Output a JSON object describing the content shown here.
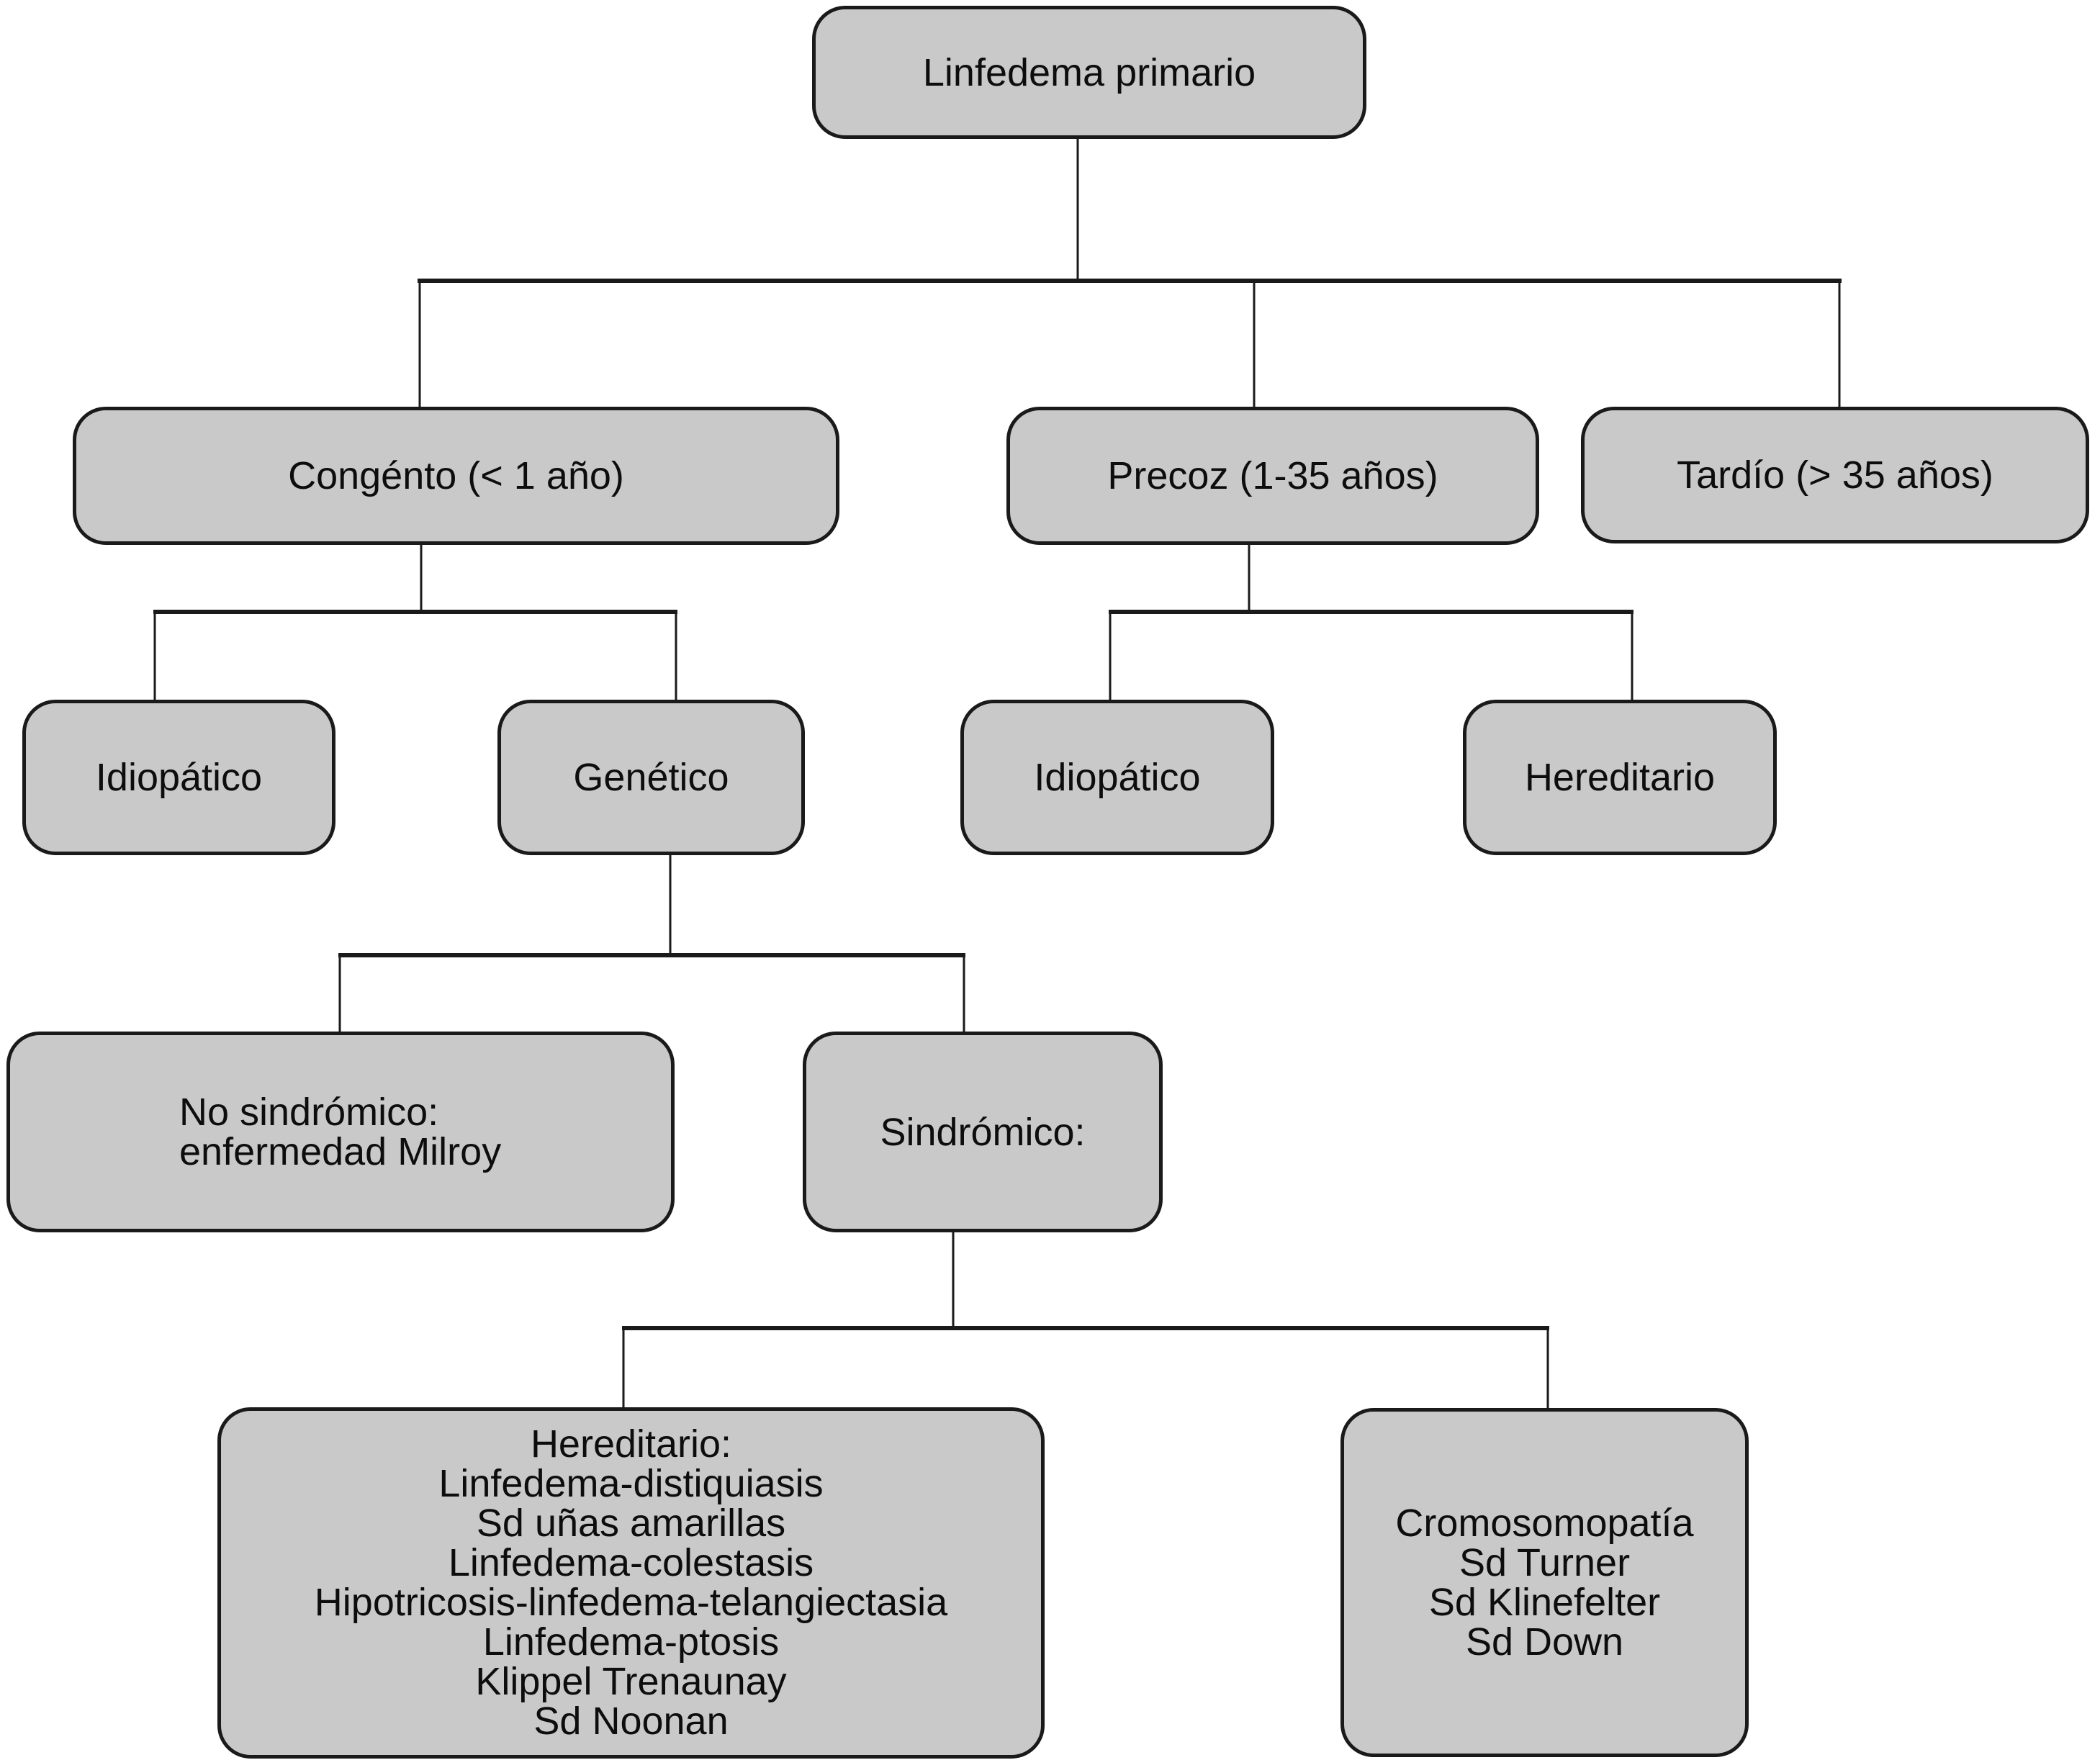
{
  "diagram": {
    "type": "tree-flowchart",
    "language": "es",
    "topic": "Clasificación del linfedema primario",
    "colors": {
      "background": "#ffffff",
      "box_fill": "#c9c9c9",
      "box_border": "#1a1a1a",
      "connector": "#1a1a1a",
      "text": "#0d0d0d"
    },
    "nodes": {
      "root": {
        "label": "Linfedema primario"
      },
      "congenito": {
        "label": "Congénto (< 1 año)"
      },
      "precoz": {
        "label": "Precoz (1-35 años)"
      },
      "tardio": {
        "label": "Tardío (> 35 años)"
      },
      "idiopatico1": {
        "label": "Idiopático"
      },
      "genetico": {
        "label": "Genético"
      },
      "idiopatico2": {
        "label": "Idiopático"
      },
      "hereditario": {
        "label": "Hereditario"
      },
      "no_sindromico": {
        "lines": [
          "No sindrómico:",
          "enfermedad Milroy"
        ]
      },
      "sindromico": {
        "label": "Sindrómico:"
      },
      "hereditario_list": {
        "lines": [
          "Hereditario:",
          "Linfedema-distiquiasis",
          "Sd uñas amarillas",
          "Linfedema-colestasis",
          "Hipotricosis-linfedema-telangiectasia",
          "Linfedema-ptosis",
          "Klippel Trenaunay",
          "Sd Noonan"
        ]
      },
      "cromosomopatia": {
        "lines": [
          "Cromosomopatía",
          "Sd Turner",
          "Sd Klinefelter",
          "Sd Down"
        ]
      }
    },
    "edges": [
      {
        "from": "root",
        "to": [
          "congenito",
          "precoz",
          "tardio"
        ]
      },
      {
        "from": "congenito",
        "to": [
          "idiopatico1",
          "genetico"
        ]
      },
      {
        "from": "precoz",
        "to": [
          "idiopatico2",
          "hereditario"
        ]
      },
      {
        "from": "genetico",
        "to": [
          "no_sindromico",
          "sindromico"
        ]
      },
      {
        "from": "sindromico",
        "to": [
          "hereditario_list",
          "cromosomopatia"
        ]
      }
    ]
  }
}
